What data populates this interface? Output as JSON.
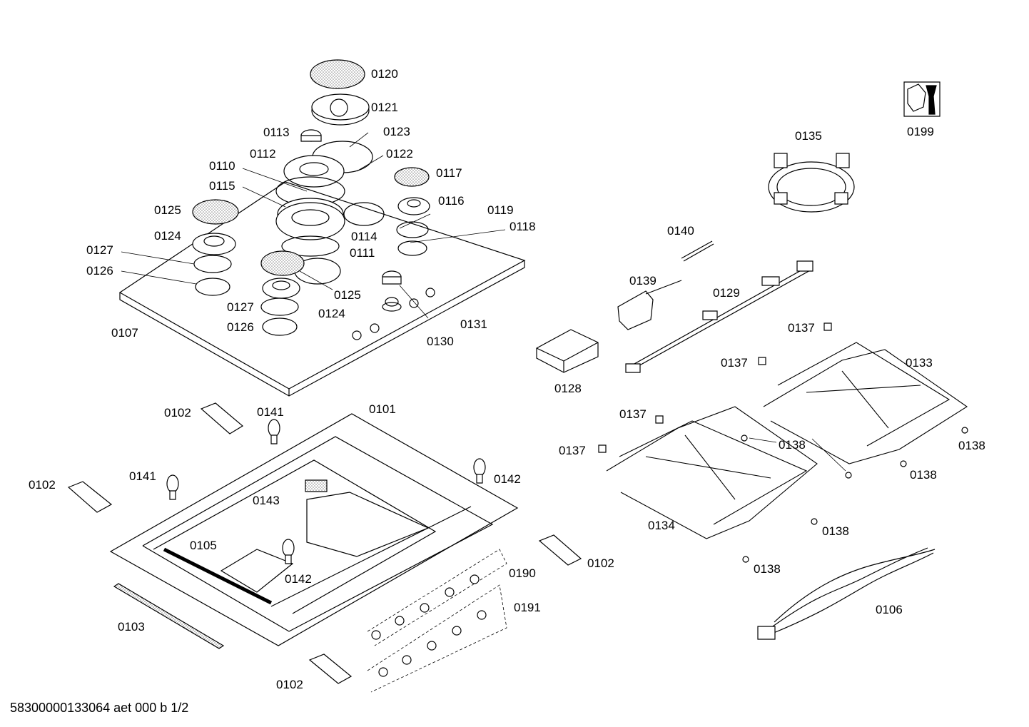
{
  "labels": [
    "0120",
    "0121",
    "0113",
    "0123",
    "0112",
    "0122",
    "0110",
    "0117",
    "0115",
    "0116",
    "0125",
    "0119",
    "0118",
    "0124",
    "0114",
    "0127",
    "0111",
    "0126",
    "0125",
    "0124",
    "0127",
    "0126",
    "0131",
    "0107",
    "0130",
    "0102",
    "0141",
    "0101",
    "0102",
    "0141",
    "0142",
    "0143",
    "0105",
    "0142",
    "0190",
    "0102",
    "0191",
    "0103",
    "0102",
    "0199",
    "0135",
    "0140",
    "0139",
    "0129",
    "0137",
    "0128",
    "0137",
    "0133",
    "0137",
    "0137",
    "0138",
    "0138",
    "0138",
    "0134",
    "0138",
    "0138",
    "0106"
  ],
  "footer_text": "58300000133064 aet 000 b 1/2",
  "colors": {
    "line": "#000000",
    "fill_dots": "#b8b8b8",
    "background": "#ffffff"
  },
  "icons": {
    "service_icon": "wrench-nut-icon"
  }
}
